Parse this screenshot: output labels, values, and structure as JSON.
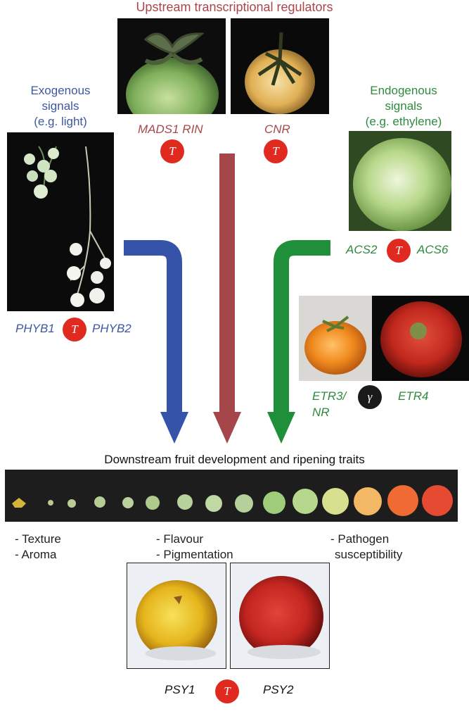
{
  "top_title": "Upstream transcriptional regulators",
  "exogenous": {
    "line1": "Exogenous",
    "line2": "signals",
    "line3": "(e.g. light)"
  },
  "endogenous": {
    "line1": "Endogenous",
    "line2": "signals",
    "line3": "(e.g. ethylene)"
  },
  "genes": {
    "mads": "MADS1 RIN",
    "cnr": "CNR",
    "phyb1": "PHYB1",
    "phyb2": "PHYB2",
    "acs2": "ACS2",
    "acs6": "ACS6",
    "etr3": "ETR3/",
    "nr": "NR",
    "etr4": "ETR4",
    "psy1": "PSY1",
    "psy2": "PSY2"
  },
  "badges": {
    "t": "T",
    "gamma": "γ"
  },
  "downstream_title": "Downstream fruit development and ripening traits",
  "traits": {
    "texture": "- Texture",
    "aroma": "- Aroma",
    "flavour": "- Flavour",
    "pigmentation": "- Pigmentation",
    "pathogen": "- Pathogen",
    "susceptibility": "susceptibility"
  },
  "colors": {
    "blue_arrow": "#3553a8",
    "red_arrow": "#a4464a",
    "green_arrow": "#1f8f3a",
    "badge_red": "#e02a1f"
  }
}
